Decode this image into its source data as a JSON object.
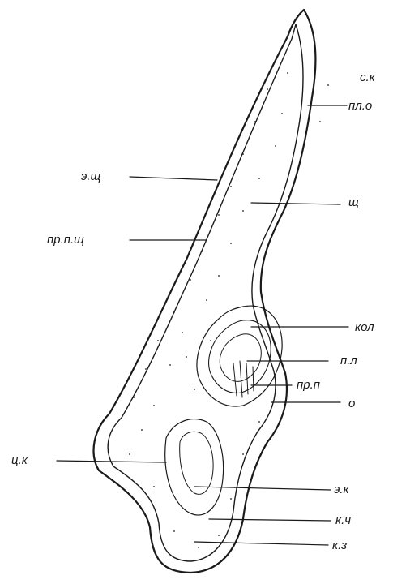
{
  "labels": {
    "sk": "с.к",
    "pl_o": "пл.о",
    "e_shch": "э.щ",
    "shch": "щ",
    "pr_p_shch": "пр.п.щ",
    "kol": "кол",
    "p_l": "п.л",
    "pr_p": "пр.п",
    "o": "о",
    "ts_k": "ц.к",
    "e_k": "э.к",
    "k_ch": "к.ч",
    "k_z": "к.з"
  },
  "colors": {
    "ink": "#1a1a1a",
    "background": "#ffffff"
  }
}
